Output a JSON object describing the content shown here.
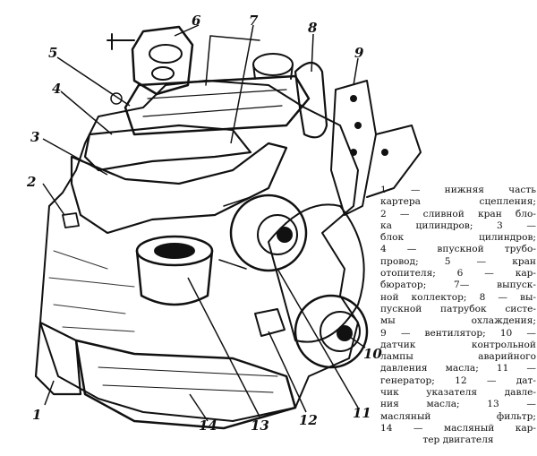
{
  "callouts": [
    "6",
    "7",
    "8",
    "5",
    "9",
    "4",
    "3",
    "2",
    "10",
    "1",
    "14",
    "13",
    "12",
    "11"
  ],
  "caption_lines": [
    "1 — нижняя часть",
    "картера сцепления;",
    "2 — сливной кран бло-",
    "ка цилиндров; 3 —",
    "блок цилиндров;",
    "4 — впускной трубо-",
    "провод; 5 — кран",
    "отопителя; 6 — кар-",
    "бюратор; 7— выпуск-",
    "ной коллектор; 8 — вы-",
    "пускной патрубок систе-",
    "мы охлаждения;",
    "9 — вентилятор; 10 —",
    "датчик контрольной",
    "лампы аварийного",
    "давления масла; 11 —",
    "генератор; 12 — дат-",
    "чик указателя давле-",
    "ния масла; 13 —",
    "масляный фильтр;",
    "14 — масляный кар-",
    "тер двигателя"
  ]
}
